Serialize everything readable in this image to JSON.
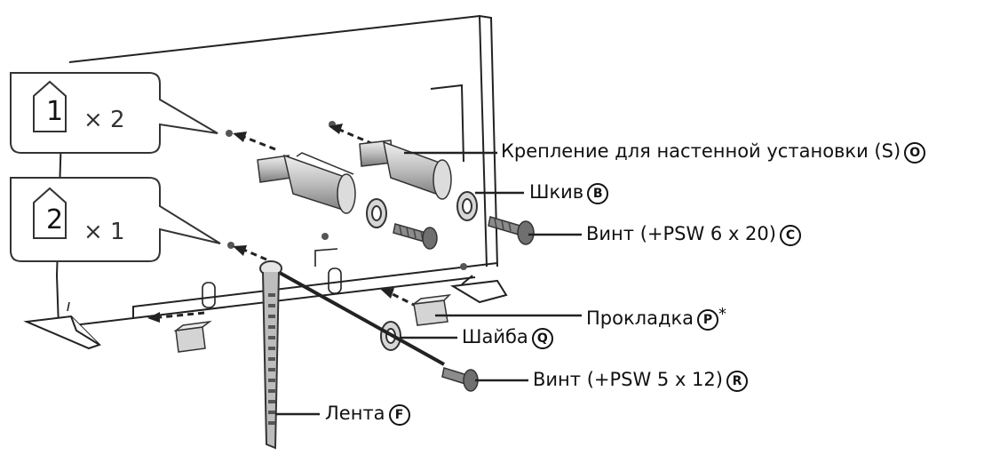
{
  "steps": [
    {
      "number": "1",
      "multiplier": "× 2"
    },
    {
      "number": "2",
      "multiplier": "× 1"
    }
  ],
  "labels": {
    "wall_mount": {
      "text": "Крепление для настенной установки (S)",
      "mark": "O"
    },
    "pulley": {
      "text": "Шкив",
      "mark": "B"
    },
    "screw_large": {
      "text": "Винт (+PSW 6 x 20)",
      "mark": "C"
    },
    "spacer": {
      "text": "Прокладка",
      "mark": "P",
      "suffix": "*"
    },
    "washer": {
      "text": "Шайба",
      "mark": "Q"
    },
    "screw_small": {
      "text": "Винт (+PSW 5 x 12)",
      "mark": "R"
    },
    "belt": {
      "text": "Лента",
      "mark": "F"
    }
  },
  "colors": {
    "line": "#222222",
    "part_fill": "#cfcfcf",
    "part_dark": "#8a8a8a"
  }
}
